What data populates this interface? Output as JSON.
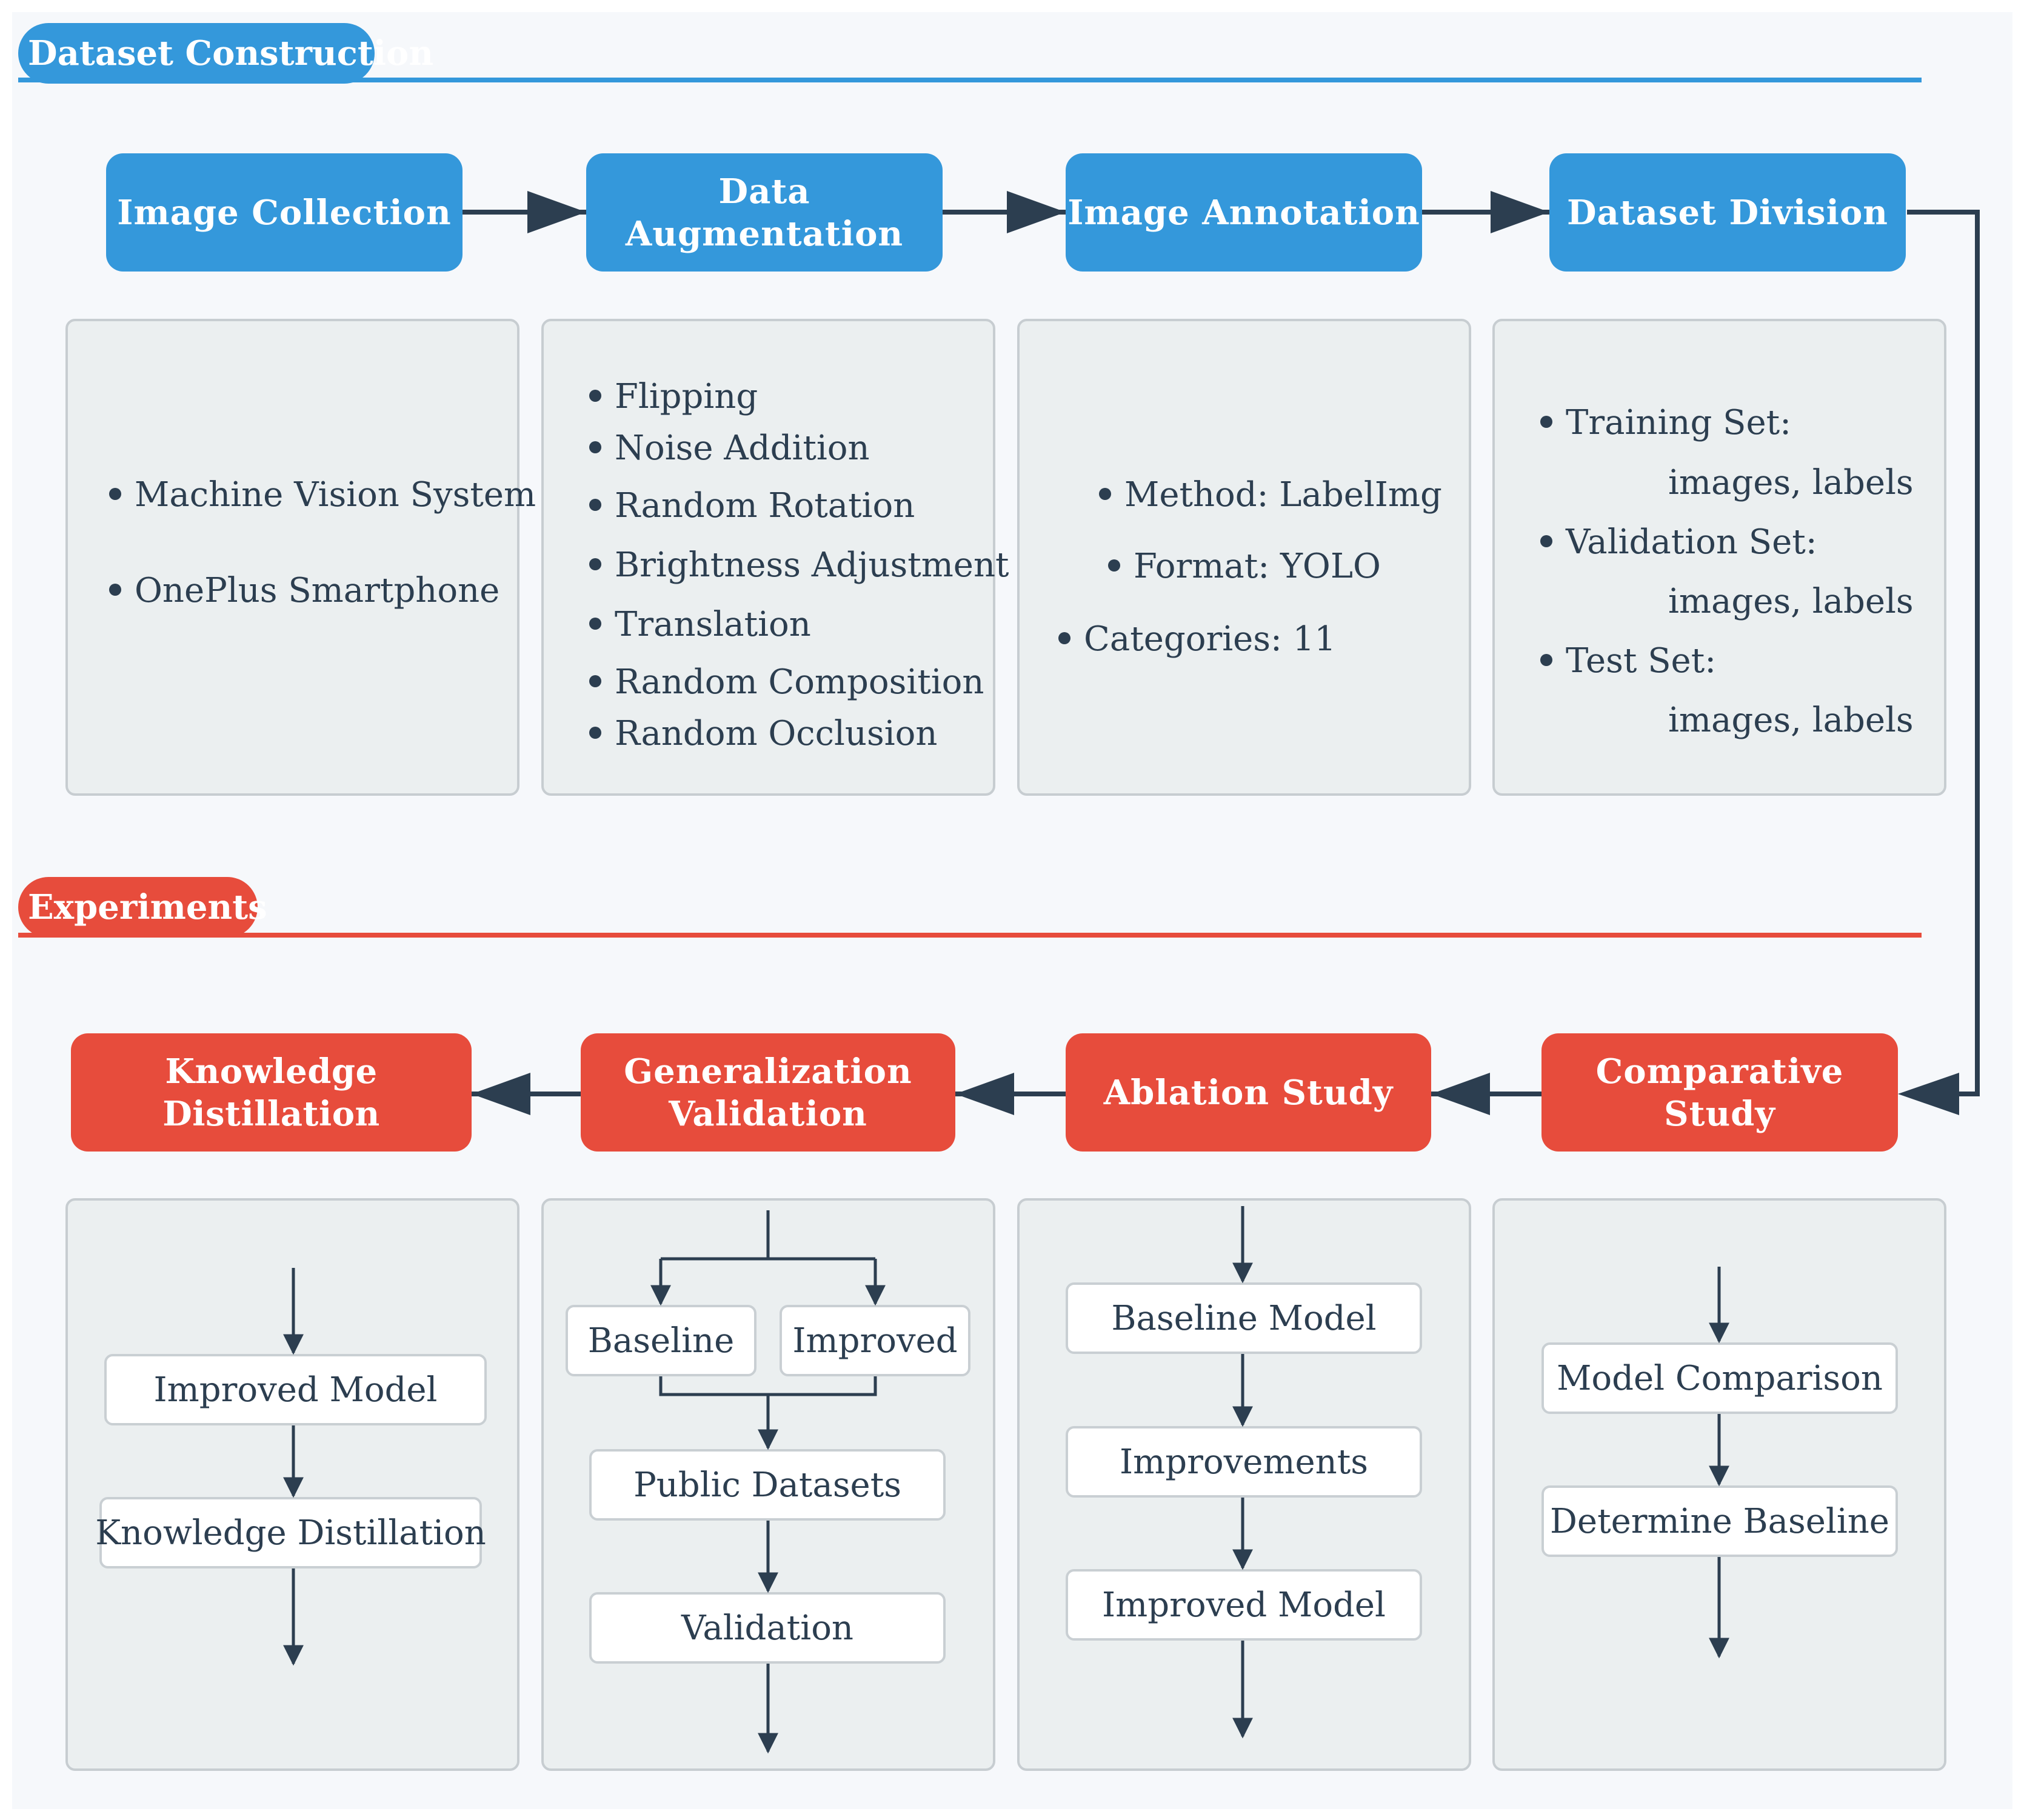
{
  "sections": {
    "dataset": {
      "label": "Dataset Construction",
      "color": "#3498db"
    },
    "experiments": {
      "label": "Experiments",
      "color": "#e74c3c"
    }
  },
  "dataset_steps": [
    {
      "label": "Image Collection"
    },
    {
      "label": "Data Augmentation"
    },
    {
      "label": "Image Annotation"
    },
    {
      "label": "Dataset Division"
    }
  ],
  "dataset_details": {
    "collection": [
      "Machine Vision System",
      "OnePlus Smartphone"
    ],
    "augmentation": [
      "Flipping",
      "Noise Addition",
      "Random Rotation",
      "Brightness Adjustment",
      "Translation",
      "Random Composition",
      "Random Occlusion"
    ],
    "annotation": [
      "Method: LabelImg",
      "Format:  YOLO",
      "Categories: 11"
    ],
    "division": [
      {
        "title": "Training Set:",
        "sub": "images, labels"
      },
      {
        "title": "Validation Set:",
        "sub": "images, labels"
      },
      {
        "title": "Test Set:",
        "sub": "images, labels"
      }
    ]
  },
  "experiment_steps": {
    "knowledge_distillation": "Knowledge Distillation",
    "generalization_line1": "Generalization",
    "generalization_line2": "Validation",
    "ablation": "Ablation Study",
    "comparative": "Comparative Study"
  },
  "experiment_details": {
    "distillation": [
      "Improved Model",
      "Knowledge Distillation"
    ],
    "generalization": {
      "left": "Baseline",
      "right": "Improved",
      "middle": "Public Datasets",
      "bottom": "Validation"
    },
    "ablation": [
      "Baseline Model",
      "Improvements",
      "Improved Model"
    ],
    "comparative": [
      "Model Comparison",
      "Determine Baseline"
    ]
  },
  "colors": {
    "blue": "#3498db",
    "red": "#e74c3c",
    "arrow": "#2c3e50",
    "card_bg": "#ebeff0",
    "card_border": "#c7cdd1"
  }
}
